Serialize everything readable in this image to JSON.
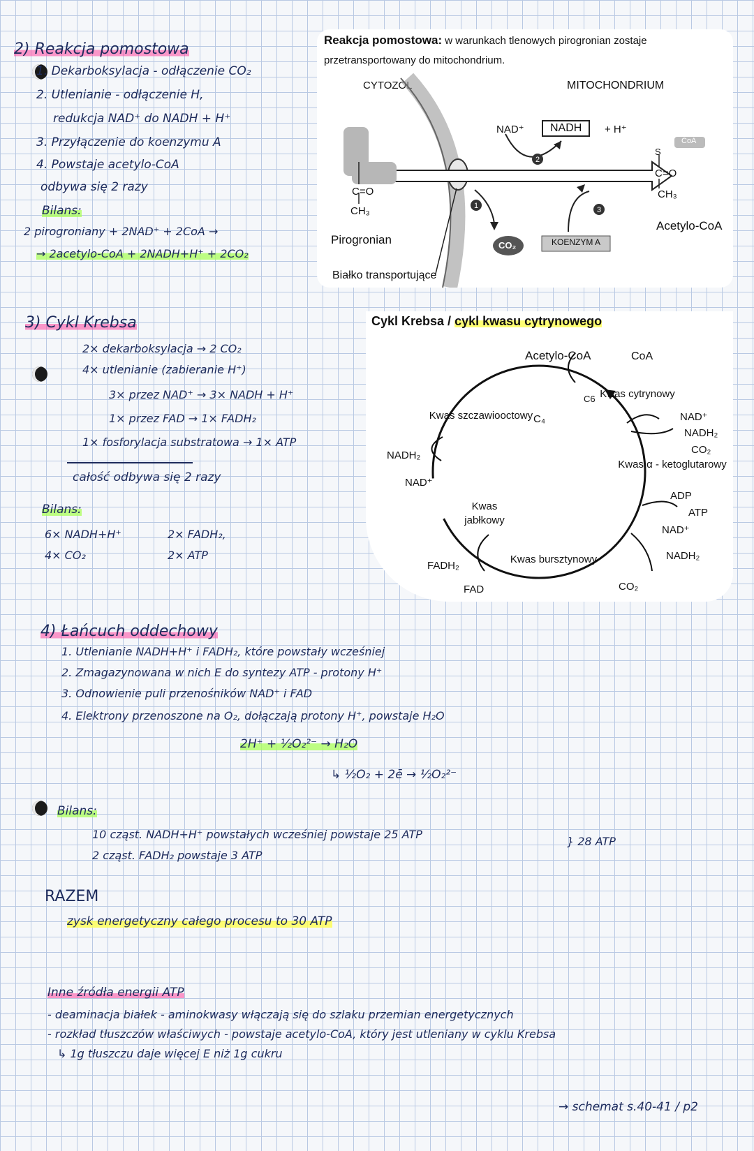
{
  "left_notes": {
    "section2": {
      "title": "2) Reakcja pomostowa",
      "lines": [
        "1. Dekarboksylacja - odłączenie CO₂",
        "2. Utlenianie - odłączenie H,",
        "redukcja NAD⁺ do NADH + H⁺",
        "3. Przyłączenie do koenzymu A",
        "4. Powstaje acetylo-CoA",
        "odbywa się 2 razy"
      ],
      "bilans_label": "Bilans:",
      "bilans_line1": "2 pirogroniany + 2NAD⁺ + 2CoA →",
      "bilans_line2": "→ 2acetylo-CoA + 2NADH+H⁺ + 2CO₂"
    },
    "section3": {
      "title": "3) Cykl Krebsa",
      "lines": [
        "2× dekarboksylacja → 2 CO₂",
        "4× utlenianie (zabieranie H⁺)",
        "3× przez NAD⁺  →  3× NADH + H⁺",
        "1× przez FAD  →  1× FADH₂",
        "1× fosforylacja substratowa → 1× ATP"
      ],
      "repeat": "całość odbywa się 2 razy",
      "bilans_label": "Bilans:",
      "bilans_items": [
        "6× NADH+H⁺",
        "2× FADH₂,",
        "4× CO₂",
        "2× ATP"
      ]
    }
  },
  "bridge_diagram": {
    "title_bold": "Reakcja pomostowa:",
    "title_rest": "w warunkach tlenowych pirogronian zostaje",
    "title_line2": "przetransportowany do mitochondrium.",
    "cytozol": "CYTOZOL",
    "mitochondrium": "MITOCHONDRIUM",
    "nad_plus": "NAD⁺",
    "nadh": "NADH",
    "h_plus": "+ H⁺",
    "co2": "CO₂",
    "koenzym": "KOENZYM A",
    "left_co": "C=O",
    "left_ch3": "CH₃",
    "right_s": "S",
    "right_co": "C=O",
    "right_ch3": "CH₃",
    "pirogronian": "Pirogronian",
    "acetylo": "Acetylo-CoA",
    "bialko": "Białko transportujące",
    "steps": [
      "1",
      "2",
      "3"
    ],
    "right_coa": "CoA"
  },
  "krebs_diagram": {
    "title1": "Cykl Krebsa /",
    "title2": "cykl kwasu cytrynowego",
    "acetylo": "Acetylo-CoA",
    "coa": "CoA",
    "c6_prefix": "C6",
    "kwas_cytrynowy": "Kwas cytrynowy",
    "c4": "C₄",
    "kwas_szcz": "Kwas szczawiooctowy",
    "nad_plus_r": "NAD⁺",
    "nadh2_r": "NADH₂",
    "co2_r": "CO₂",
    "kwas_keto": "Kwas α - ketoglutarowy",
    "adp": "ADP",
    "atp": "ATP",
    "nad_plus_r2": "NAD⁺",
    "nadh2_r2": "NADH₂",
    "co2_b": "CO₂",
    "kwas_burs": "Kwas bursztynowy",
    "fadh2": "FADH₂",
    "fad": "FAD",
    "kwas_jabl": "Kwas jabłkowy",
    "nadh2_l": "NADH₂",
    "nad_plus_l": "NAD⁺"
  },
  "section4": {
    "title": "4) Łańcuch oddechowy",
    "lines": [
      "1. Utlenianie NADH+H⁺ i FADH₂, które powstały wcześniej",
      "2. Zmagazynowana w nich E do syntezy ATP - protony H⁺",
      "3. Odnowienie puli przenośników NAD⁺ i FAD",
      "4. Elektrony przenoszone na O₂, dołączają protony H⁺, powstaje H₂O"
    ],
    "eq1": "2H⁺ + ½O₂²⁻ → H₂O",
    "eq2": "↳ ½O₂ + 2ē → ½O₂²⁻",
    "bilans_label": "Bilans:",
    "bilans1": "10 cząst. NADH+H⁺ powstałych wcześniej powstaje 25 ATP",
    "bilans2": "2 cząst. FADH₂ powstaje 3 ATP",
    "bilans_sum": "} 28 ATP"
  },
  "razem": {
    "title": "RAZEM",
    "line": "zysk energetyczny całego procesu to 30 ATP"
  },
  "inne": {
    "title": "Inne źródła energii ATP",
    "lines": [
      "- deaminacja białek - aminokwasy włączają się do szlaku przemian energetycznych",
      "- rozkład tłuszczów właściwych - powstaje acetylo-CoA, który jest utleniany w cyklu Krebsa",
      "↳ 1g tłuszczu daje więcej E niż 1g cukru"
    ]
  },
  "footer": "→ schemat s.40-41 / p2"
}
